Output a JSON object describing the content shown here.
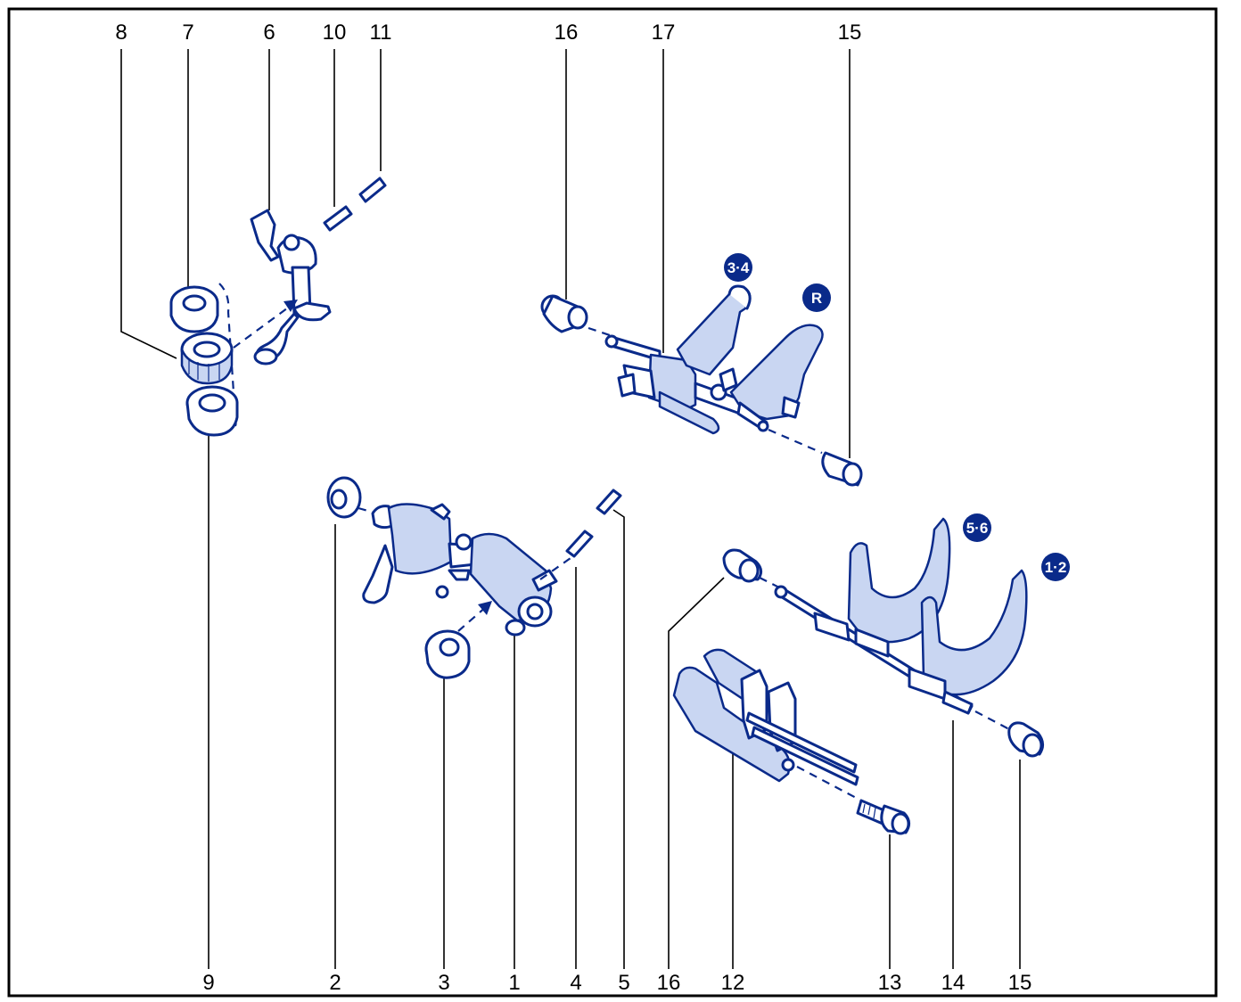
{
  "callouts_top": {
    "c8": "8",
    "c7": "7",
    "c6": "6",
    "c10": "10",
    "c11": "11",
    "c16": "16",
    "c17": "17",
    "c15": "15"
  },
  "callouts_bottom": {
    "c9": "9",
    "c2": "2",
    "c3": "3",
    "c1": "1",
    "c4": "4",
    "c5": "5",
    "c16": "16",
    "c12": "12",
    "c13": "13",
    "c14": "14",
    "c15": "15"
  },
  "badges": {
    "gear_3_4": "3·4",
    "gear_r": "R",
    "gear_5_6": "5·6",
    "gear_1_2": "1·2"
  },
  "colors": {
    "line": "#0a2a8a",
    "fill_light": "#c9d6f2",
    "frame": "#000000"
  }
}
